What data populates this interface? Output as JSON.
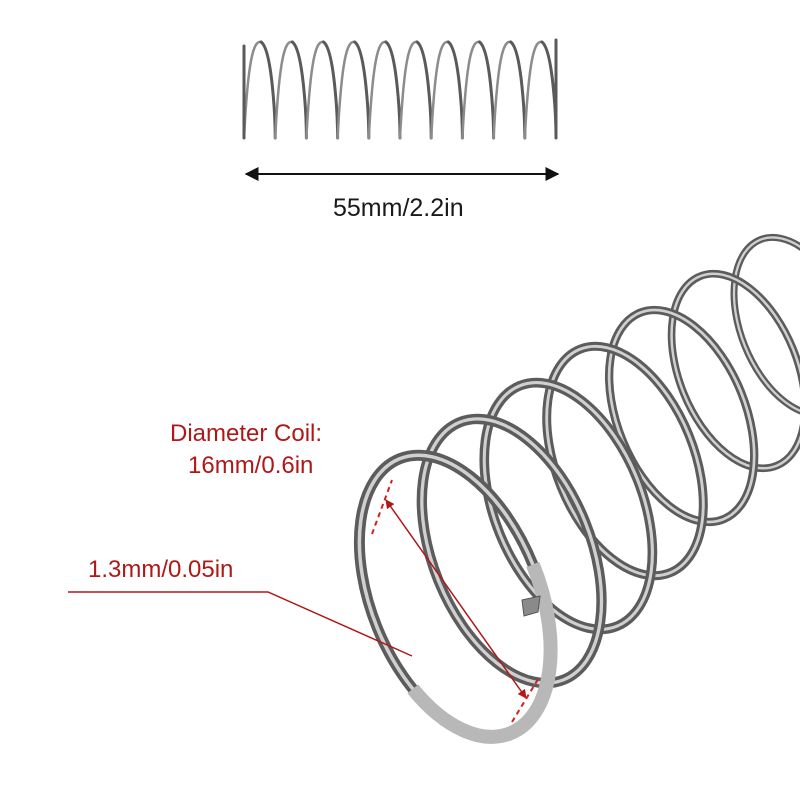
{
  "annotations": {
    "length": "55mm/2.2in",
    "coil_diameter_line1": "Diameter Coil:",
    "coil_diameter_line2": "16mm/0.6in",
    "wire_diameter": "1.3mm/0.05in"
  },
  "colors": {
    "annotation_red": "#b01818",
    "text_dark": "#1a1a1a",
    "steel": "#6e6e6e",
    "steel_light": "#c9c9c9"
  }
}
